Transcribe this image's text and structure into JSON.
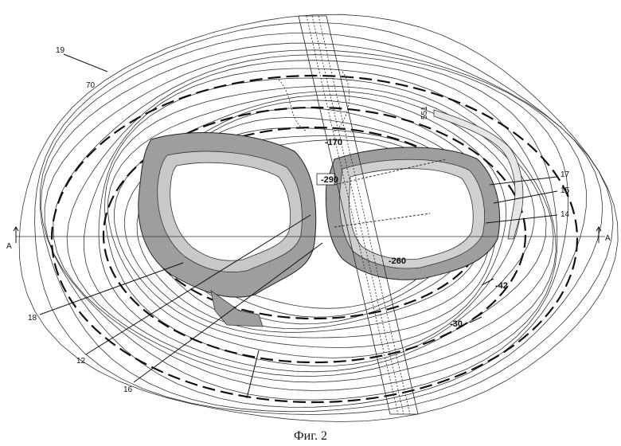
{
  "figure": {
    "caption": "Фиг. 2",
    "section_mark": "A"
  },
  "labels": [
    {
      "id": "l19",
      "text": "19"
    },
    {
      "id": "l70",
      "text": "70"
    },
    {
      "id": "l170",
      "text": "-170"
    },
    {
      "id": "l290",
      "text": "-290"
    },
    {
      "id": "l260",
      "text": "-260"
    },
    {
      "id": "l42",
      "text": "-42"
    },
    {
      "id": "l30",
      "text": "-30"
    },
    {
      "id": "l17",
      "text": "17"
    },
    {
      "id": "l15",
      "text": "15"
    },
    {
      "id": "l14",
      "text": "14"
    },
    {
      "id": "l18",
      "text": "18"
    },
    {
      "id": "l12",
      "text": "12"
    },
    {
      "id": "l16",
      "text": "16"
    },
    {
      "id": "l551",
      "text": "551"
    }
  ]
}
